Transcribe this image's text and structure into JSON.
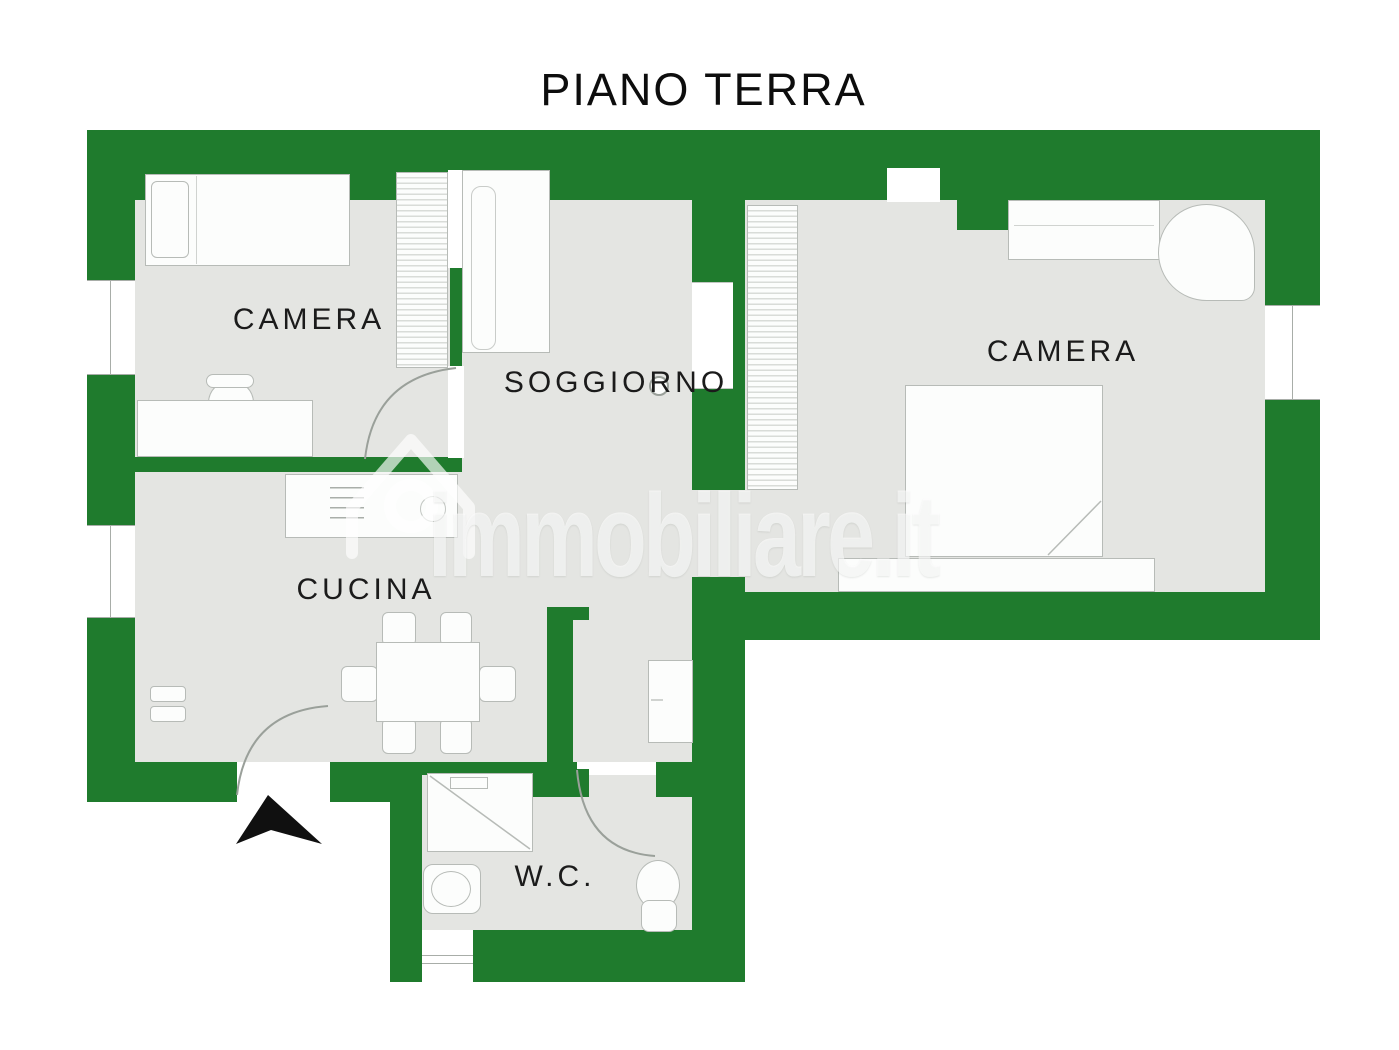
{
  "title": "PIANO TERRA",
  "watermark": {
    "text": "immobiliare.it",
    "icon": "house-logo-icon"
  },
  "rooms": [
    {
      "id": "camera-1",
      "label": "CAMERA",
      "furniture": [
        "single-bed",
        "wardrobe",
        "desk",
        "chair"
      ]
    },
    {
      "id": "soggiorno",
      "label": "SOGGIORNO",
      "furniture": [
        "sofa",
        "side-table"
      ]
    },
    {
      "id": "cucina",
      "label": "CUCINA",
      "furniture": [
        "kitchen-counter",
        "stove",
        "sink",
        "dining-table",
        "six-chairs",
        "radiator"
      ]
    },
    {
      "id": "camera-2",
      "label": "CAMERA",
      "furniture": [
        "wardrobe",
        "dresser",
        "armchair",
        "double-bed",
        "bench"
      ]
    },
    {
      "id": "wc",
      "label": "W.C.",
      "furniture": [
        "shower",
        "washbasin",
        "toilet"
      ]
    }
  ],
  "hallway_furniture": [
    "cabinet"
  ],
  "entrance": {
    "marker": "entrance-arrow",
    "direction": "up"
  },
  "colors": {
    "wall": "#1f7b2d",
    "floor": "#e4e5e2",
    "background": "#ffffff",
    "label": "#1b1b1b",
    "furniture_outline": "#b7bbb7",
    "watermark": "rgba(255,255,255,0.62)",
    "entrance_arrow": "#101010"
  }
}
